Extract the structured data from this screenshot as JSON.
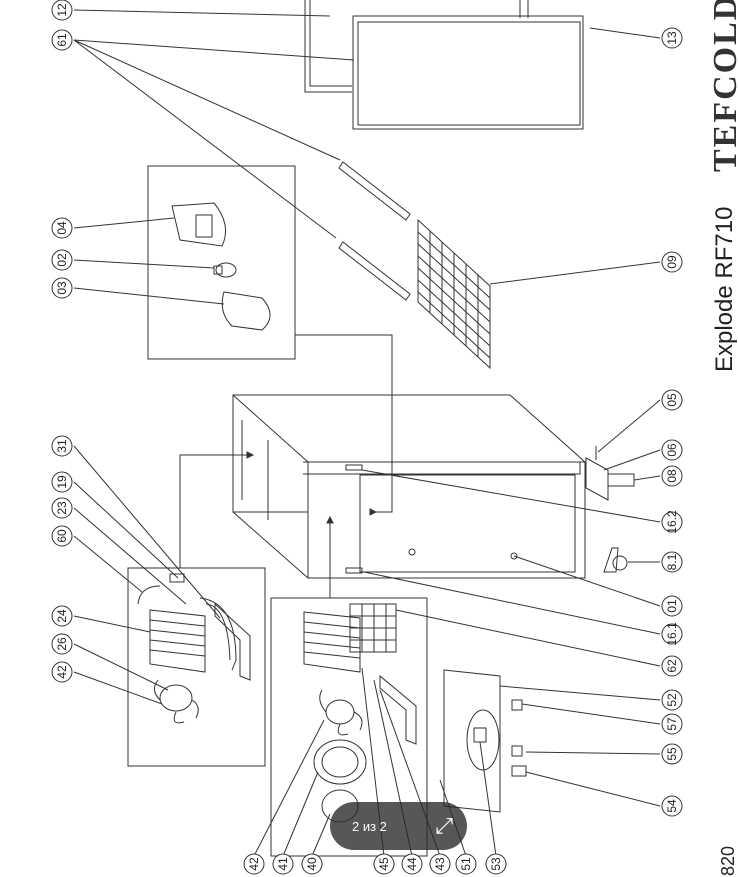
{
  "document": {
    "title": "Explode RF710",
    "brand": "TEFCOLD",
    "page_code": "820"
  },
  "callouts": [
    "12",
    "61",
    "13",
    "04",
    "02",
    "03",
    "09",
    "31",
    "19",
    "23",
    "60",
    "24",
    "26",
    "42",
    "05",
    "06",
    "08",
    "16.2",
    "8.1",
    "01",
    "16.1",
    "62",
    "52",
    "57",
    "55",
    "54",
    "42",
    "41",
    "40",
    "45",
    "44",
    "43",
    "51",
    "53"
  ],
  "pager": {
    "label": "2 из 2",
    "expand_icon": "expand-arrows-icon"
  }
}
